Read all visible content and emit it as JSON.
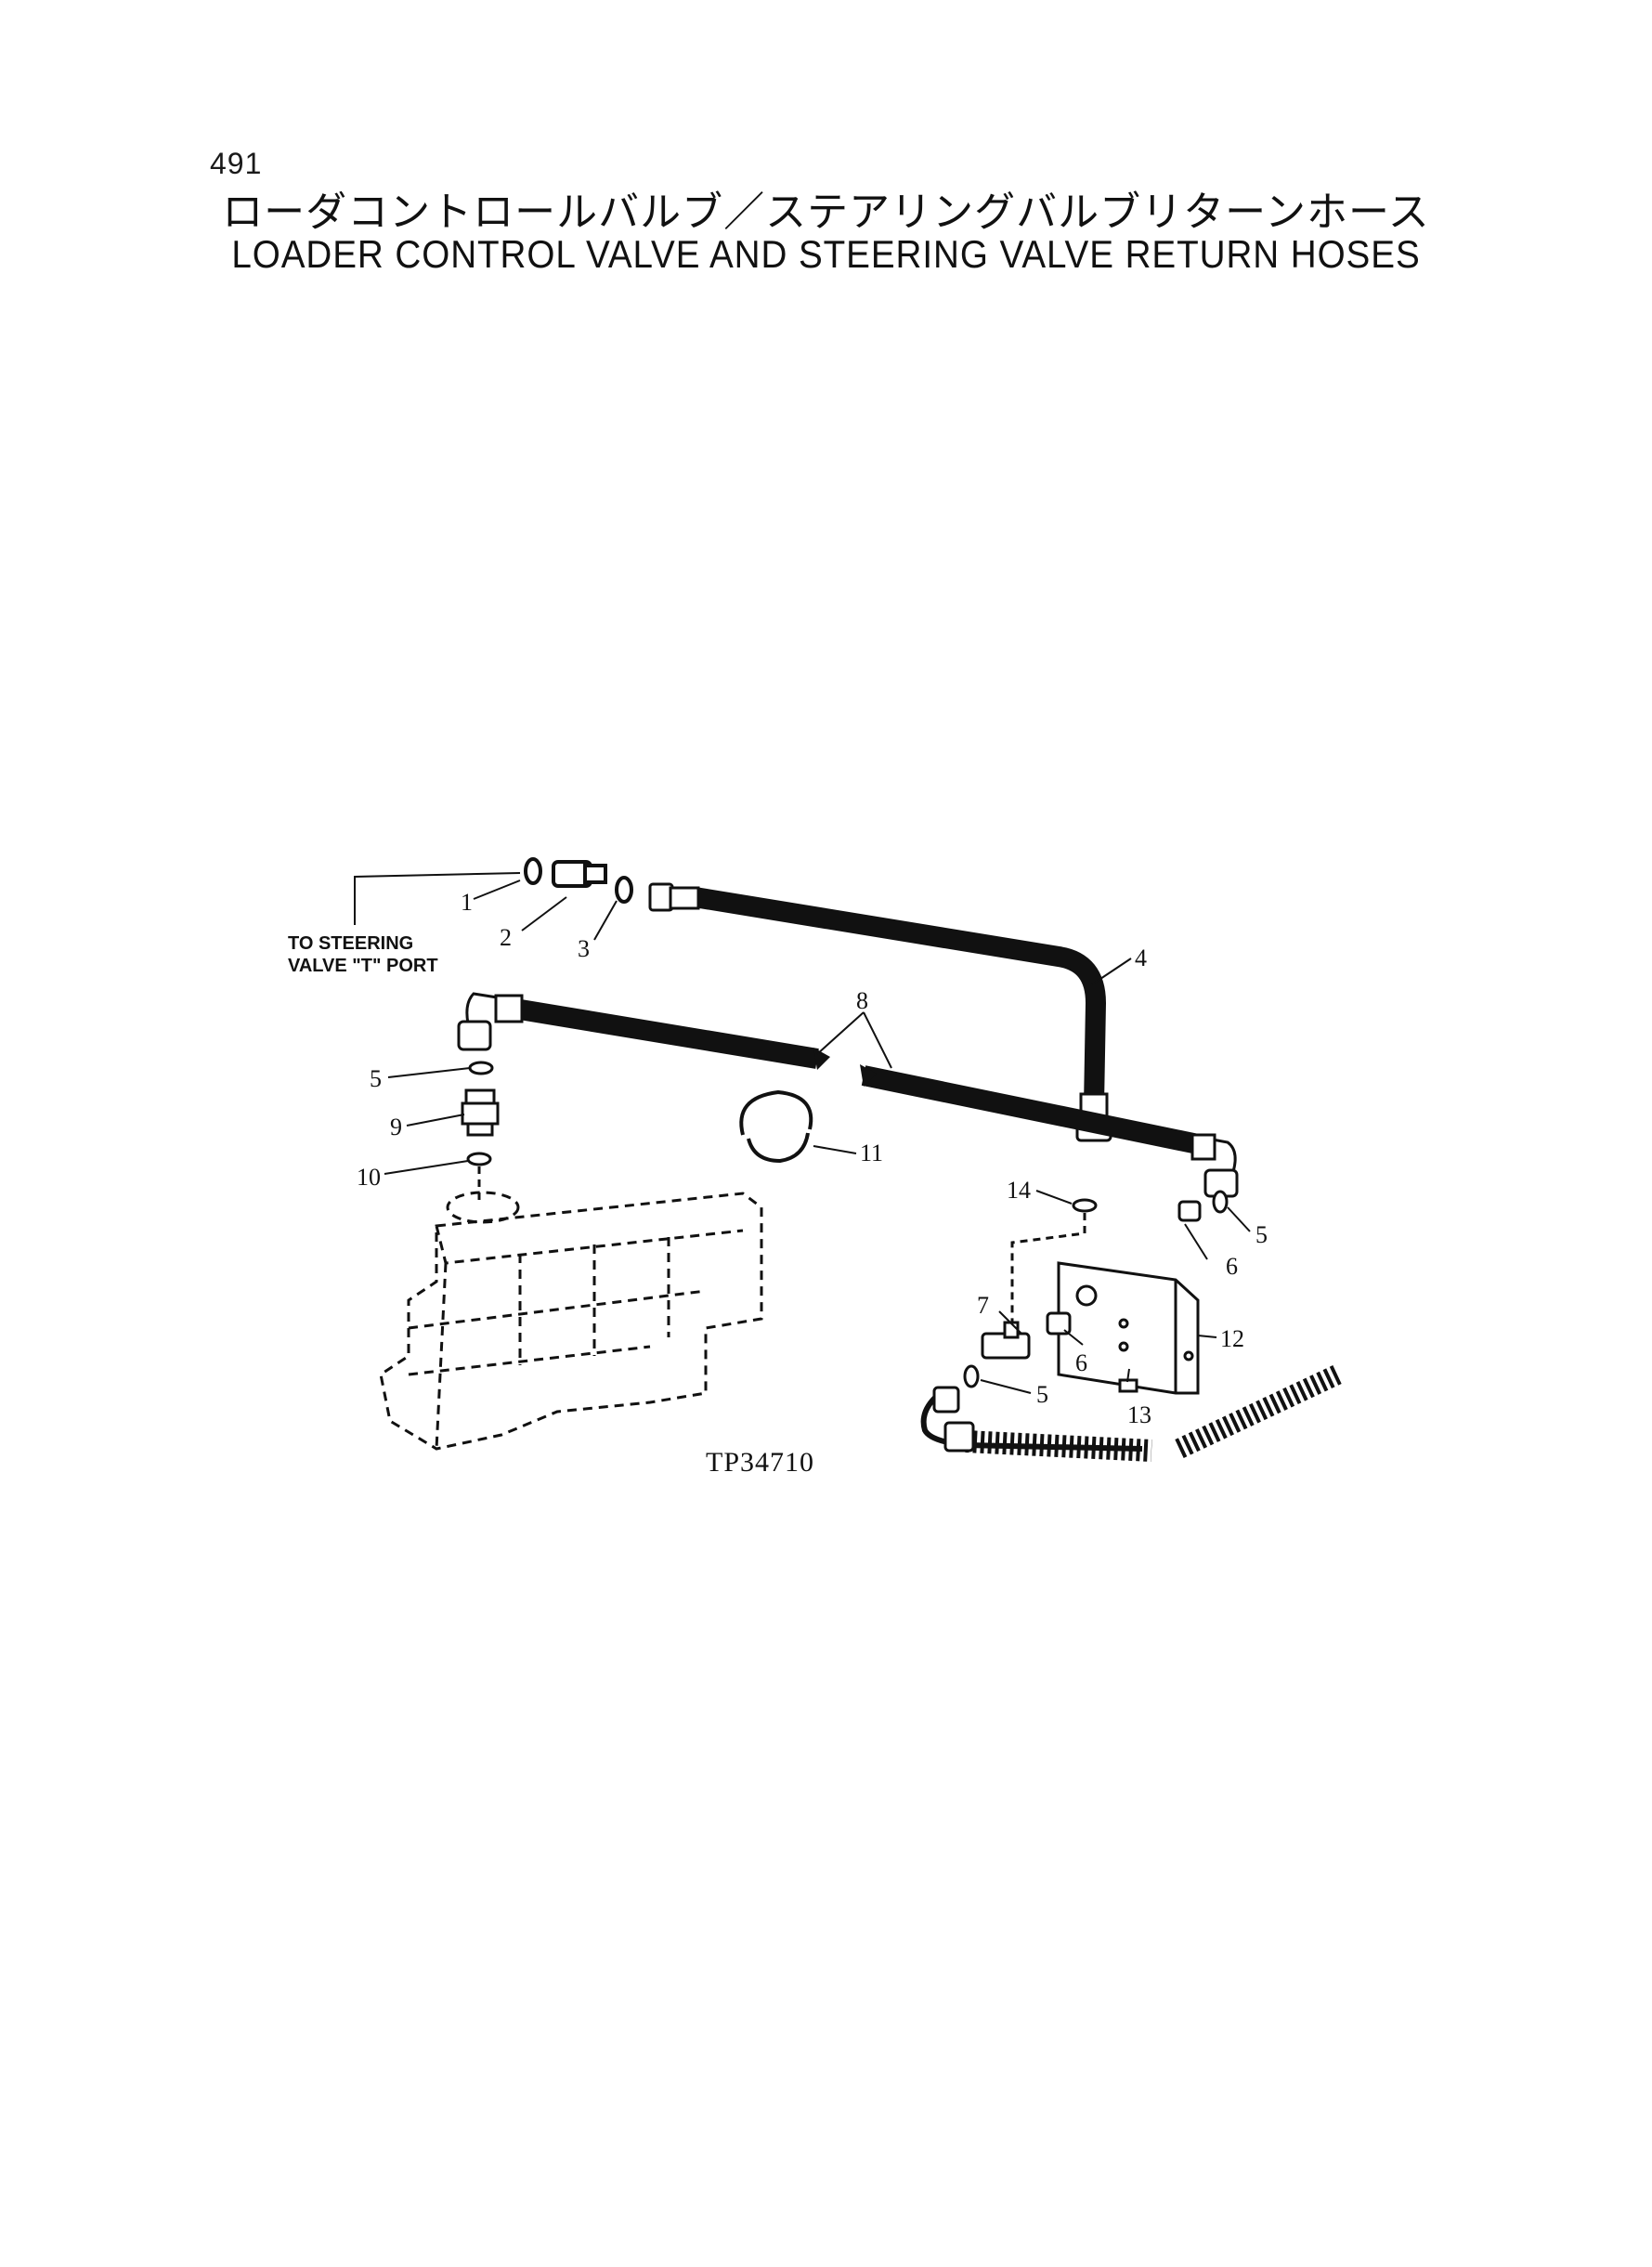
{
  "page": {
    "number": "491"
  },
  "title": {
    "japanese": "ローダコントロールバルブ／ステアリングバルブリターンホース",
    "english": "LOADER CONTROL VALVE AND STEERING VALVE RETURN HOSES"
  },
  "diagram": {
    "figure_id": "TP34710",
    "note_line1": "TO STEERING",
    "note_line2": "VALVE \"T\" PORT",
    "callouts": [
      "1",
      "2",
      "3",
      "4",
      "5",
      "6",
      "7",
      "8",
      "9",
      "10",
      "11",
      "12",
      "13",
      "14"
    ]
  }
}
